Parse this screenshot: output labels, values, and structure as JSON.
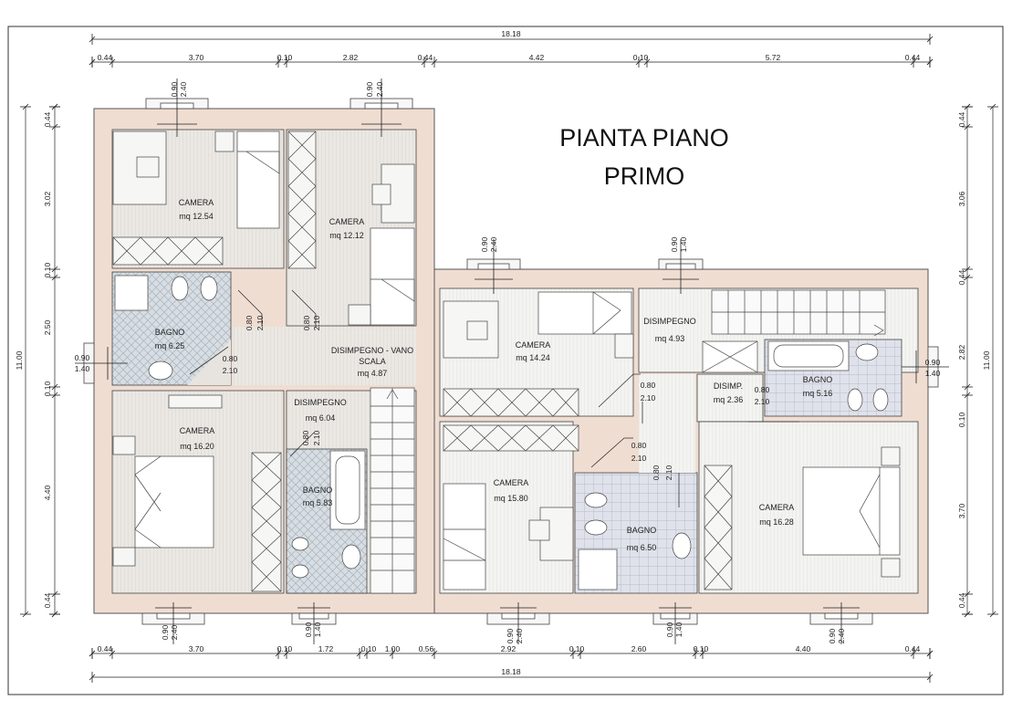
{
  "title": {
    "line1": "PIANTA PIANO",
    "line2": "PRIMO"
  },
  "dimensions": {
    "total_width": "18.18",
    "total_height": "11.00",
    "top_chain": [
      "0.44",
      "3.70",
      "0.10",
      "2.82",
      "0.44",
      "4.42",
      "0.10",
      "5.72",
      "0.44"
    ],
    "bottom_chain": [
      "0.44",
      "3.70",
      "0.10",
      "1.72",
      "0.10",
      "1.00",
      "0.56",
      "2.92",
      "0.10",
      "2.60",
      "0.10",
      "4.40",
      "0.44"
    ],
    "left_chain": [
      "0.44",
      "3.02",
      "0.10",
      "2.50",
      "0.10",
      "4.40",
      "0.44"
    ],
    "right_chain": [
      "0.44",
      "3.06",
      "0.44",
      "2.82",
      "0.10",
      "3.70",
      "0.44"
    ]
  },
  "rooms": [
    {
      "name": "CAMERA",
      "area": "mq 12.54"
    },
    {
      "name": "CAMERA",
      "area": "mq 12.12"
    },
    {
      "name": "BAGNO",
      "area": "mq 6.25"
    },
    {
      "name": "DISIMPEGNO - VANO",
      "name2": "SCALA",
      "area": "mq 4.87"
    },
    {
      "name": "DISIMPEGNO",
      "area": "mq 6.04"
    },
    {
      "name": "CAMERA",
      "area": "mq 16.20"
    },
    {
      "name": "BAGNO",
      "area": "mq 5.83"
    },
    {
      "name": "CAMERA",
      "area": "mq 14.24"
    },
    {
      "name": "DISIMPEGNO",
      "area": "mq 4.93"
    },
    {
      "name": "DISIMP.",
      "area": "mq 2.36"
    },
    {
      "name": "BAGNO",
      "area": "mq 5.16"
    },
    {
      "name": "CAMERA",
      "area": "mq 15.80"
    },
    {
      "name": "BAGNO",
      "area": "mq 6.50"
    },
    {
      "name": "CAMERA",
      "area": "mq 16.28"
    }
  ],
  "openings": {
    "win_090_240": {
      "w": "0.90",
      "h": "2.40"
    },
    "win_090_140": {
      "w": "0.90",
      "h": "1.40"
    },
    "door_080_210": {
      "w": "0.80",
      "h": "2.10"
    }
  }
}
